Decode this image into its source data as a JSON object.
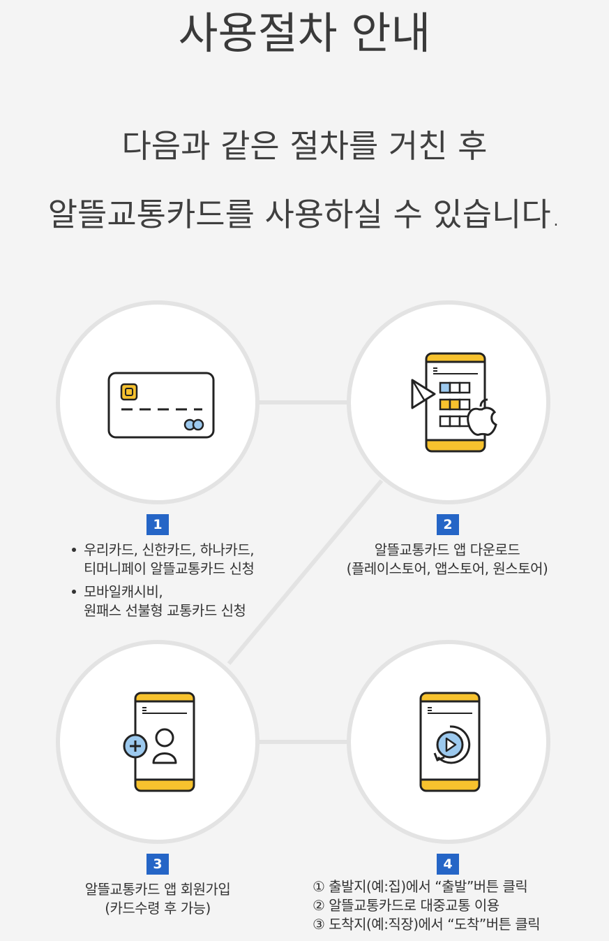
{
  "page": {
    "title": "사용절차 안내",
    "subtitle_line1": "다음과 같은 절차를 거친 후",
    "subtitle_line2": "알뜰교통카드를 사용하실 수 있습니다."
  },
  "colors": {
    "accent_blue": "#2565c6",
    "accent_yellow": "#f7c22e",
    "light_blue": "#9cc9ee",
    "circle_border": "#e3e3e3",
    "background": "#f4f4f4"
  },
  "steps": [
    {
      "number": "1",
      "icon": "credit-card-icon",
      "bullets": [
        {
          "line1": "우리카드, 신한카드, 하나카드,",
          "line2": "티머니페이  알뜰교통카드 신청"
        },
        {
          "line1": "모바일캐시비,",
          "line2": "원패스 선불형 교통카드 신청"
        }
      ]
    },
    {
      "number": "2",
      "icon": "app-download-icon",
      "line1": "알뜰교통카드 앱 다운로드",
      "line2": "(플레이스토어, 앱스토어, 원스토어)"
    },
    {
      "number": "3",
      "icon": "member-signup-icon",
      "line1": "알뜰교통카드 앱 회원가입",
      "line2": "(카드수령 후 가능)"
    },
    {
      "number": "4",
      "icon": "start-button-icon",
      "line1": "① 출발지(예:집)에서 “출발”버튼 클릭",
      "line2": "② 알뜰교통카드로 대중교통 이용",
      "line3": "③ 도착지(예:직장)에서 “도착”버튼 클릭"
    }
  ]
}
